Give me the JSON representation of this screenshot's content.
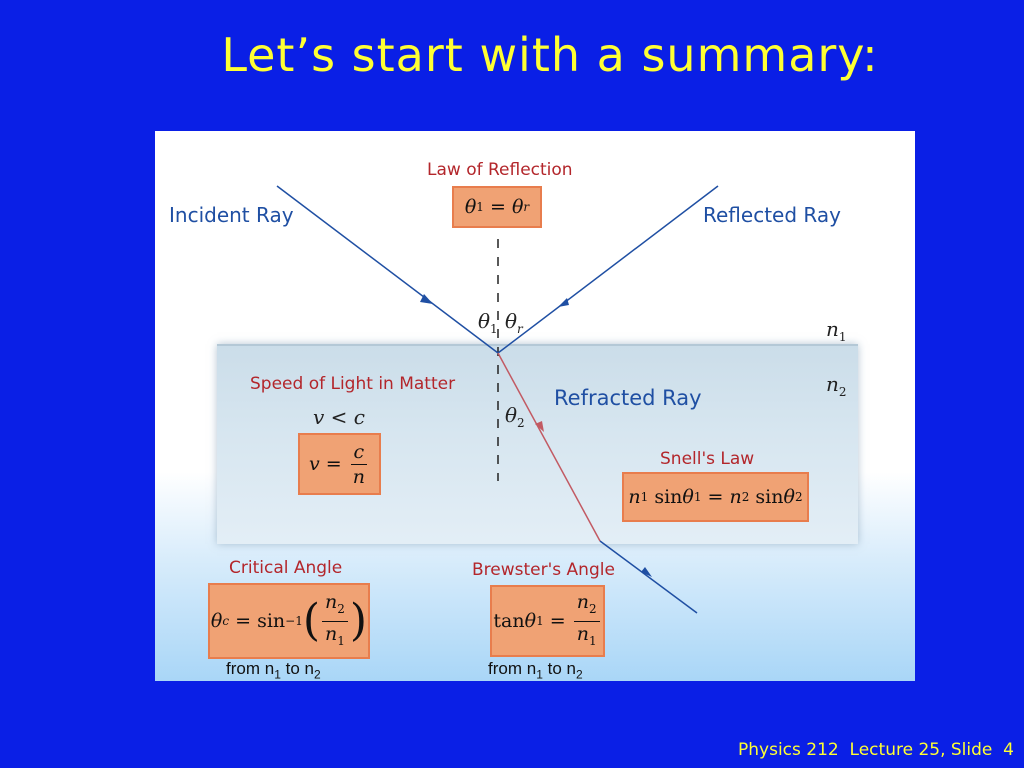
{
  "slide": {
    "title": "Let’s start with a summary:",
    "footer": "Physics 212  Lecture 25, Slide  4"
  },
  "diagram": {
    "incident_ray": "Incident Ray",
    "reflected_ray": "Reflected Ray",
    "refracted_ray": "Refracted Ray",
    "law_of_reflection": "Law of Reflection",
    "speed_of_light": "Speed of Light in Matter",
    "snells_law": "Snell's Law",
    "critical_angle": "Critical Angle",
    "brewsters_angle": "Brewster's Angle",
    "from_text": "from n",
    "to_text": " to n",
    "sub1": "1",
    "sub2": "2",
    "colors": {
      "ray_blue": "#1f4fa3",
      "ray_red": "#c25a63",
      "label_red": "#b3262b",
      "box_fill": "#f0a274"
    }
  }
}
